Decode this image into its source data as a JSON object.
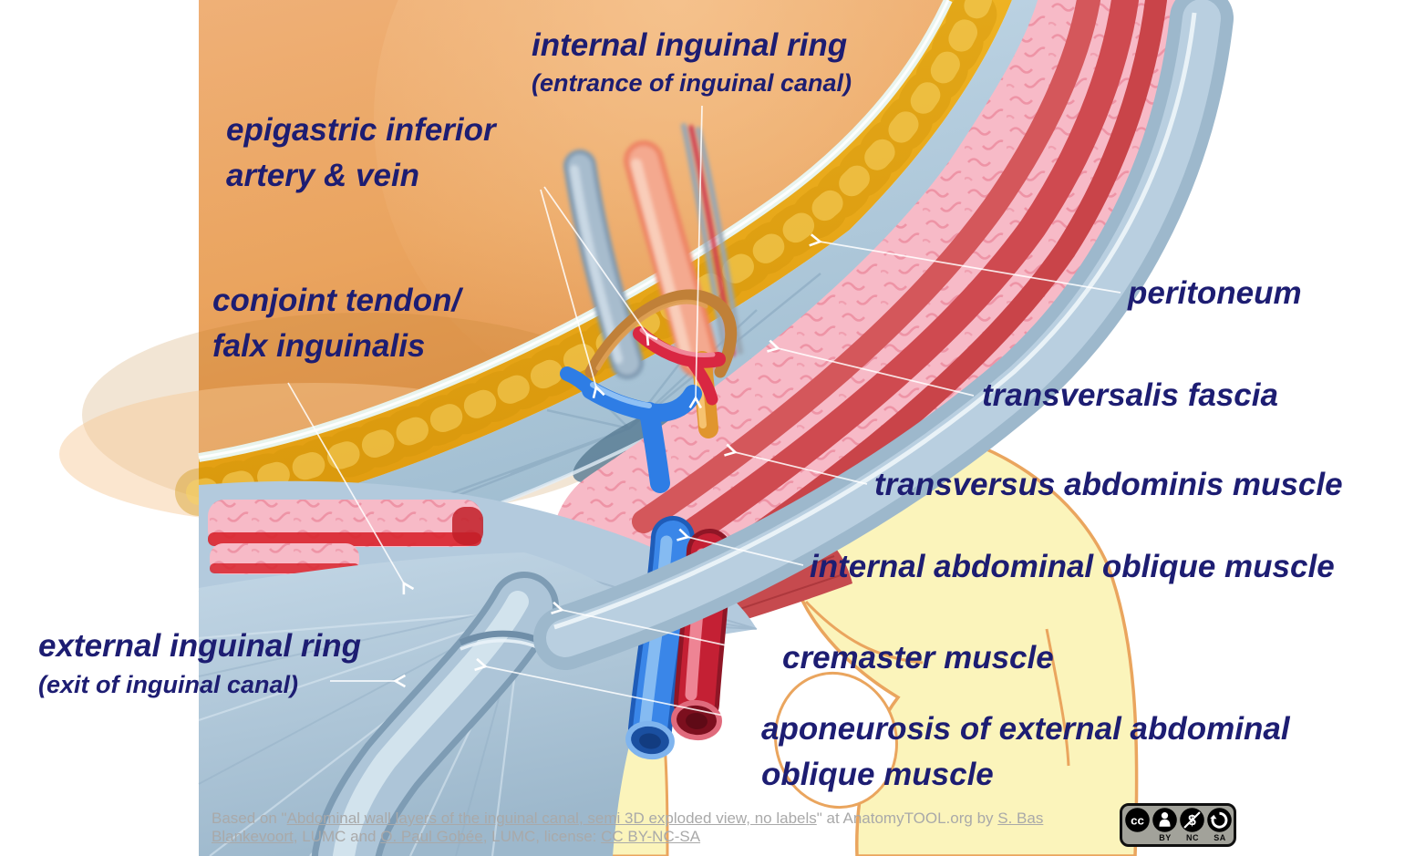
{
  "figure": {
    "title_region": "inguinal canal abdominal wall layers, semi 3D exploded view",
    "labels": {
      "internal_inguinal_ring": {
        "text": "internal inguinal ring",
        "sub": "(entrance of inguinal canal)"
      },
      "epigastric": {
        "line1": "epigastric inferior",
        "line2": "artery & vein"
      },
      "conjoint": {
        "line1": "conjoint tendon/",
        "line2": "falx inguinalis"
      },
      "peritoneum": {
        "text": "peritoneum"
      },
      "transversalis_fascia": {
        "text": "transversalis fascia"
      },
      "transversus_abdominis": {
        "text": "transversus abdominis muscle"
      },
      "internal_oblique": {
        "text": "internal abdominal oblique muscle"
      },
      "external_inguinal_ring": {
        "text": "external inguinal ring",
        "sub": "(exit of inguinal canal)"
      },
      "cremaster": {
        "text": "cremaster muscle"
      },
      "aponeurosis": {
        "line1": "aponeurosis of external abdominal",
        "line2": "oblique muscle"
      }
    },
    "colors": {
      "label_text": "#1d1d72",
      "leader_line": "#ffffff",
      "cavity_orange": "#e9a35c",
      "fat_gold": "#eeae1c",
      "fascia_blue": "#aec8dc",
      "muscle_pink": "#f7bac7",
      "muscle_red": "#cf4a50",
      "aponeurosis_blue": "#a9c2d6",
      "bone_yellow": "#fbf4bb",
      "bone_outline": "#eaa55e",
      "artery_red": "#c42034",
      "vein_blue": "#3a86e8"
    }
  },
  "attribution": {
    "segments": [
      {
        "text": "Based on \""
      },
      {
        "text": "Abdominal wall layers of the inguinal canal, semi 3D exploded view, no labels",
        "link": true
      },
      {
        "text": "\" at AnatomyTOOL.org by "
      },
      {
        "text": "S. Bas",
        "link": true
      },
      {
        "br": true
      },
      {
        "text": "Blankevoort",
        "link": true
      },
      {
        "text": ", LUMC and "
      },
      {
        "text": "O. Paul Gobée",
        "link": true
      },
      {
        "text": ", LUMC, license: "
      },
      {
        "text": "CC BY-NC-SA",
        "link": true
      }
    ]
  },
  "license_badge": {
    "icons": [
      "cc-icon",
      "attribution-person-icon",
      "non-commercial-icon",
      "share-alike-icon"
    ],
    "labels": [
      "BY",
      "NC",
      "SA"
    ]
  }
}
